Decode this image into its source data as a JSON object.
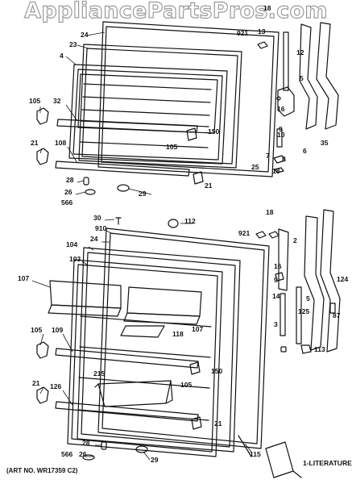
{
  "watermark": "AppliancePartsPros.com",
  "art_number": "(ART NO. WR17359 C2)",
  "upper_door": {
    "callouts": [
      "18",
      "921",
      "13",
      "24",
      "23",
      "12",
      "4",
      "5",
      "105",
      "32",
      "16",
      "9",
      "150",
      "10",
      "6",
      "35",
      "21",
      "108",
      "105",
      "7",
      "8",
      "25",
      "18",
      "28",
      "21",
      "26",
      "29",
      "566"
    ]
  },
  "lower_door": {
    "callouts": [
      "30",
      "112",
      "18",
      "910",
      "24",
      "921",
      "104",
      "2",
      "103",
      "16",
      "107",
      "9",
      "125",
      "124",
      "118",
      "107",
      "14",
      "3",
      "5",
      "87",
      "105",
      "109",
      "113",
      "150",
      "215",
      "105",
      "21",
      "126",
      "21",
      "28",
      "29",
      "566",
      "26",
      "115",
      "1-LITERATURE"
    ]
  },
  "colors": {
    "ink": "#111111",
    "watermark_outline": "#9a9a9a",
    "paper": "#ffffff"
  },
  "icon_names": [
    "door-hinge-icon",
    "shelf-icon",
    "screw-icon",
    "literature-booklet-icon"
  ]
}
